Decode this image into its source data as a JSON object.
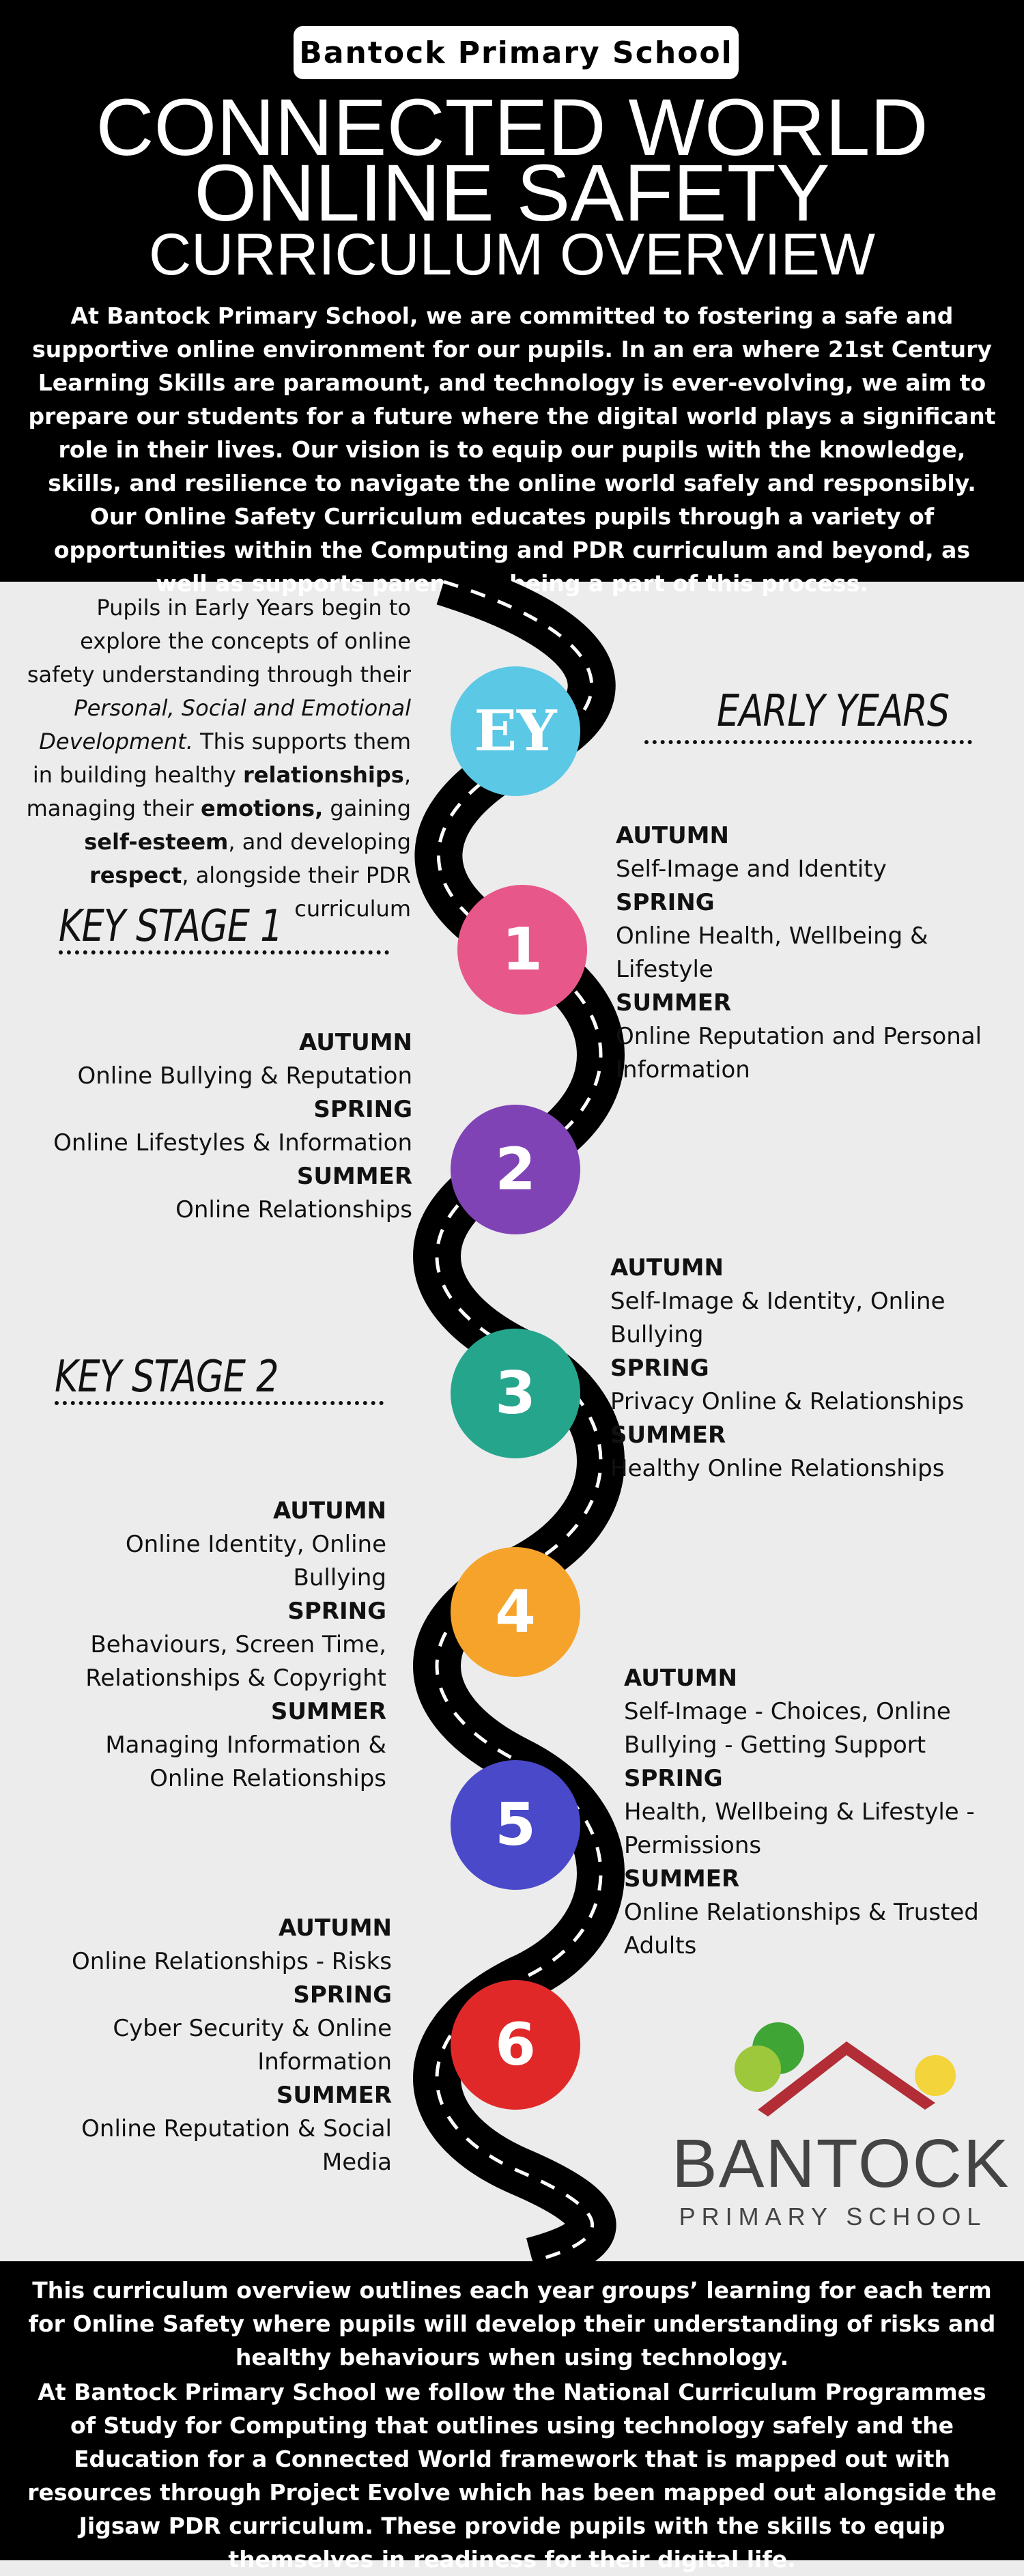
{
  "header": {
    "school": "Bantock Primary School",
    "title_line1": "CONNECTED WORLD",
    "title_line2": "ONLINE SAFETY",
    "title_line3": "CURRICULUM OVERVIEW",
    "intro": "At Bantock Primary School, we are committed to fostering a safe and supportive online environment for our pupils. In an era where 21st Century Learning Skills are paramount, and technology is ever-evolving, we aim to prepare our students for a future where the digital world plays a significant role in their lives. Our vision is to equip our pupils with the knowledge, skills, and resilience to navigate the online world safely and responsibly. Our Online Safety Curriculum educates pupils through a variety of opportunities within the Computing and PDR curriculum and beyond, as well as supports parents in being a part of this process."
  },
  "early_years": {
    "badge": "EY",
    "label": "EARLY YEARS",
    "text_1": "Pupils in Early Years begin to explore the concepts of online safety understanding through their ",
    "text_italic": "Personal, Social and Emotional Development.",
    "text_2": " This supports them in building healthy ",
    "b_relationships": "relationships",
    "text_3": ", managing their ",
    "b_emotions": "emotions,",
    "text_4": " gaining ",
    "b_selfesteem": "self-esteem",
    "text_5": ", and developing ",
    "b_respect": "respect",
    "text_6": ", alongside their PDR curriculum"
  },
  "key_stage_1": {
    "label": "KEY STAGE 1"
  },
  "key_stage_2": {
    "label": "KEY STAGE 2"
  },
  "years": [
    {
      "badge": "1",
      "color": "#e8578a",
      "autumn_term": "AUTUMN",
      "autumn": "Self-Image and Identity",
      "spring_term": "SPRING",
      "spring": "Online Health, Wellbeing & Lifestyle",
      "summer_term": "SUMMER",
      "summer": "Online Reputation and Personal Information"
    },
    {
      "badge": "2",
      "color": "#8043b5",
      "autumn_term": "AUTUMN",
      "autumn": "Online Bullying & Reputation",
      "spring_term": "SPRING",
      "spring": "Online Lifestyles & Information",
      "summer_term": "SUMMER",
      "summer": "Online Relationships"
    },
    {
      "badge": "3",
      "color": "#26a58d",
      "autumn_term": "AUTUMN",
      "autumn": "Self-Image & Identity, Online Bullying",
      "spring_term": "SPRING",
      "spring": "Privacy Online & Relationships",
      "summer_term": "SUMMER",
      "summer": "Healthy Online Relationships"
    },
    {
      "badge": "4",
      "color": "#f5a32a",
      "autumn_term": "AUTUMN",
      "autumn": "Online Identity, Online Bullying",
      "spring_term": "SPRING",
      "spring": "Behaviours, Screen Time, Relationships & Copyright",
      "summer_term": "SUMMER",
      "summer": "Managing Information & Online Relationships"
    },
    {
      "badge": "5",
      "color": "#4a49c9",
      "autumn_term": "AUTUMN",
      "autumn": "Self-Image - Choices, Online Bullying - Getting Support",
      "spring_term": "SPRING",
      "spring": "Health, Wellbeing & Lifestyle - Permissions",
      "summer_term": "SUMMER",
      "summer": "Online Relationships & Trusted Adults"
    },
    {
      "badge": "6",
      "color": "#e12828",
      "autumn_term": "AUTUMN",
      "autumn": "Online Relationships - Risks",
      "spring_term": "SPRING",
      "spring": "Cyber Security & Online Information",
      "summer_term": "SUMMER",
      "summer": "Online Reputation & Social Media"
    }
  ],
  "ey_color": "#5bc8e6",
  "logo": {
    "name": "BANTOCK",
    "sub": "PRIMARY SCHOOL",
    "roof_color": "#b22d35",
    "tree_colors": [
      "#3fa535",
      "#9dc83b",
      "#f3d43a"
    ]
  },
  "footer": {
    "para1": "This curriculum overview outlines each year groups’ learning for each term for Online Safety where pupils will develop their understanding of risks and healthy behaviours when using technology.",
    "para2": "At Bantock Primary School we follow the National Curriculum Programmes of Study for Computing that outlines using technology safely and the Education for a Connected World framework that is mapped out with resources through Project Evolve which has been mapped out alongside the Jigsaw PDR curriculum. These provide pupils with the skills to equip themselves in readiness for their digital life."
  }
}
